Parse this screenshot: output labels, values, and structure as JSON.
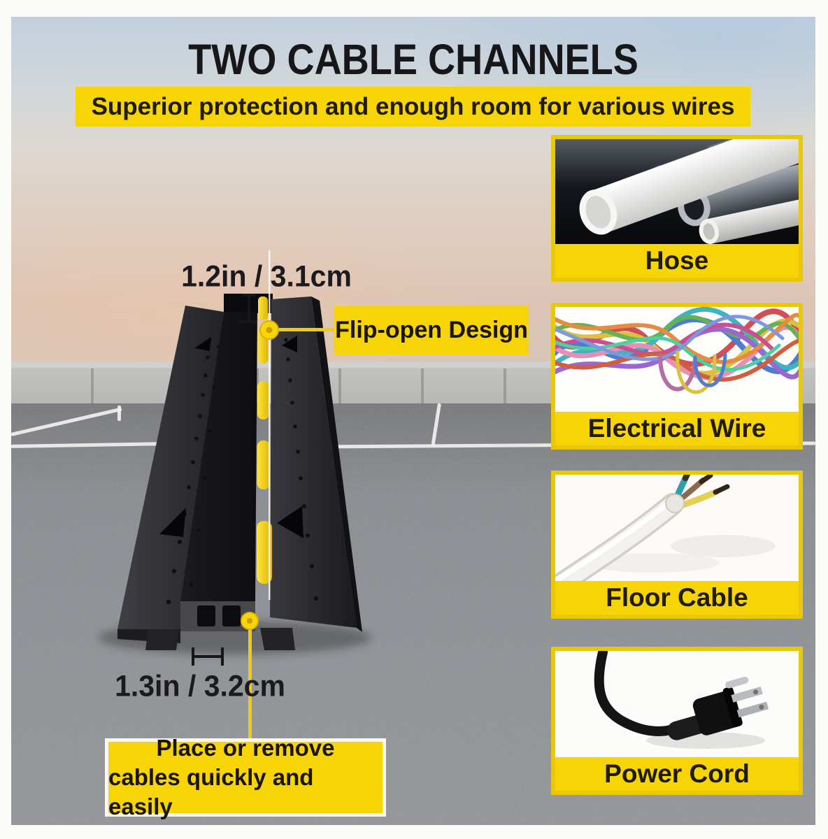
{
  "header": {
    "title": "TWO CABLE CHANNELS",
    "banner": "Superior protection and enough room for various wires"
  },
  "diagram": {
    "top_measurement": "1.2in / 3.1cm",
    "flip_open_label": "Flip-open Design",
    "bottom_measurement": "1.3in / 3.2cm",
    "note_line1": "Place or remove",
    "note_line2": "cables quickly and easily"
  },
  "cards": [
    {
      "label": "Hose"
    },
    {
      "label": "Electrical Wire"
    },
    {
      "label": "Floor Cable"
    },
    {
      "label": "Power Cord"
    }
  ],
  "colors": {
    "accent_yellow": "#f6d406",
    "card_border_yellow": "#e8c80a",
    "text_black": "#17171a",
    "ramp_black": "#1a1a1e",
    "stripe_yellow": "#ffd900"
  }
}
